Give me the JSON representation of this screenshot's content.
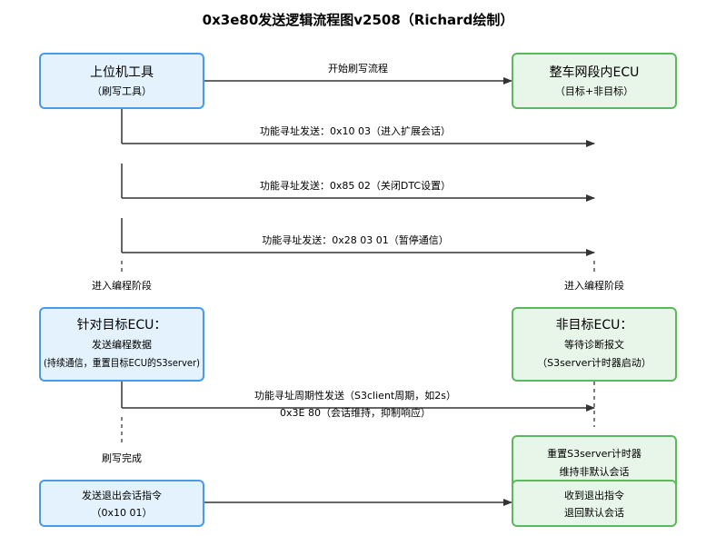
{
  "title": "0x3e80发送逻辑流程图v2508（Richard绘制）",
  "colors": {
    "left_fill": "#e3f2fd",
    "left_stroke": "#4a9ae6",
    "right_fill": "#e8f5e9",
    "right_stroke": "#5cb85c",
    "arrow": "#333333",
    "dashed": "#555555"
  },
  "boxes": {
    "tool": {
      "title": "上位机工具",
      "sub": "（刷写工具）"
    },
    "ecu_all": {
      "title": "整车网段内ECU",
      "sub": "（目标+非目标）"
    },
    "target": {
      "title": "针对目标ECU：",
      "line2": "发送编程数据",
      "line3": "(持续通信，重置目标ECU的S3server)"
    },
    "non_target": {
      "title": "非目标ECU：",
      "line2": "等待诊断报文",
      "line3": "（S3server计时器启动）"
    },
    "reset": {
      "line1": "重置S3server计时器",
      "line2": "维持非默认会话"
    },
    "exit_cmd": {
      "line1": "发送退出会话指令",
      "line2": "（0x10 01）"
    },
    "recv_exit": {
      "line1": "收到退出指令",
      "line2": "退回默认会话"
    }
  },
  "arrows": {
    "start": "开始刷写流程",
    "msg1": "功能寻址发送：0x10 03（进入扩展会话）",
    "msg2": "功能寻址发送：0x85 02（关闭DTC设置）",
    "msg3": "功能寻址发送：0x28 03 01（暂停通信）",
    "periodic1": "功能寻址周期性发送（S3client周期，如2s）",
    "periodic2": "0x3E 80（会话维持，抑制响应）"
  },
  "phases": {
    "left_program": "进入编程阶段",
    "right_program": "进入编程阶段",
    "flash_done": "刷写完成"
  }
}
